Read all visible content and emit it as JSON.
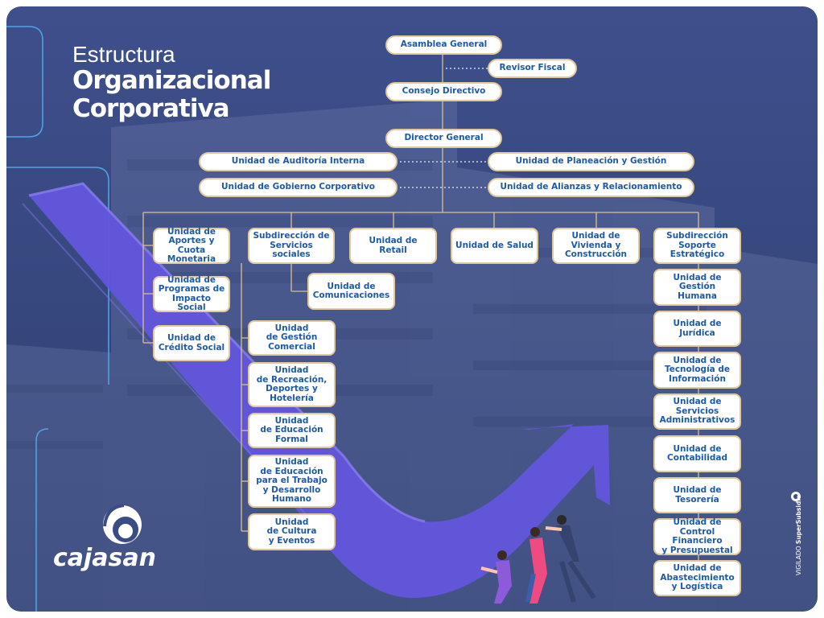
{
  "title": {
    "line1": "Estructura",
    "line2": "Organizacional",
    "line3": "Corporativa"
  },
  "brand": {
    "name": "cajasan",
    "vigilado_prefix": "VIGILADO ",
    "vigilado_brand": "SuperSubsidio",
    "logo_icon": "cajasan-logo-icon",
    "supersubsidio_icon": "supersubsidio-icon"
  },
  "colors": {
    "background": "#3a4b86",
    "box_fill": "#ffffff",
    "box_border": "#e2c99a",
    "box_text": "#1d5aa5",
    "connector": "#d9bf8f",
    "arrow": "#6a5fe0"
  },
  "org": {
    "asamblea": "Asamblea General",
    "revisor": "Revisor Fiscal",
    "consejo": "Consejo Directivo",
    "director": "Director General",
    "auditoria": "Unidad de Auditoría Interna",
    "planeacion": "Unidad de Planeación y Gestión",
    "gobierno": "Unidad de Gobierno Corporativo",
    "alianzas": "Unidad de Alianzas y Relacionamiento",
    "aportes": "Unidad de\nAportes y Cuota\nMonetaria",
    "programas": "Unidad de\nProgramas de\nImpacto Social",
    "credito": "Unidad de\nCrédito Social",
    "servicios_sociales": "Subdirección de\nServicios sociales",
    "comunicaciones": "Unidad de\nComunicaciones",
    "gestion_comercial": "Unidad\nde Gestión\nComercial",
    "recreacion": "Unidad\nde Recreación,\nDeportes y\nHotelería",
    "educacion_formal": "Unidad\nde Educación\nFormal",
    "educacion_trabajo": "Unidad\nde Educación\npara el Trabajo\ny Desarrollo\nHumano",
    "cultura": "Unidad\nde Cultura\ny Eventos",
    "retail": "Unidad de Retail",
    "salud": "Unidad de Salud",
    "vivienda": "Unidad de\nVivienda y\nConstrucción",
    "soporte": "Subdirección\nSoporte\nEstratégico",
    "gestion_humana": "Unidad de\nGestión\nHumana",
    "juridica": "Unidad de\nJurídica",
    "tecnologia": "Unidad de\nTecnología de\nInformación",
    "servicios_admin": "Unidad de\nServicios\nAdministrativos",
    "contabilidad": "Unidad de\nContabilidad",
    "tesoreria": "Unidad de\nTesorería",
    "control_financiero": "Unidad de\nControl Financiero\ny Presupuestal",
    "abastecimiento": "Unidad de\nAbastecimiento\ny Logística"
  }
}
